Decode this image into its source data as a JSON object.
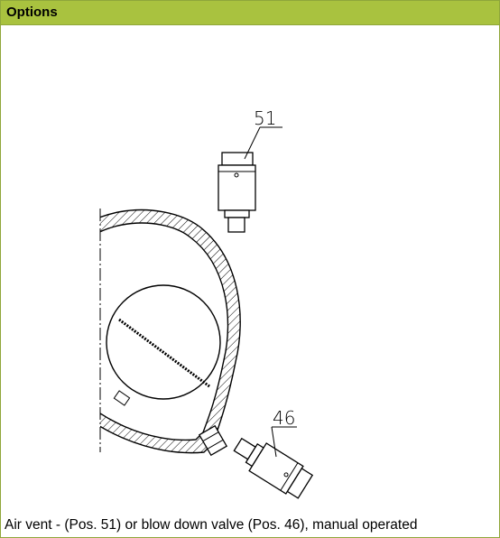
{
  "header": {
    "title": "Options"
  },
  "figure": {
    "labels": {
      "air_vent": "51",
      "blow_down_valve": "46"
    }
  },
  "caption": {
    "text": "Air vent - (Pos. 51) or blow down valve (Pos. 46), manual operated"
  },
  "colors": {
    "header_bg": "#a9c23f",
    "border": "#8fa63a"
  }
}
